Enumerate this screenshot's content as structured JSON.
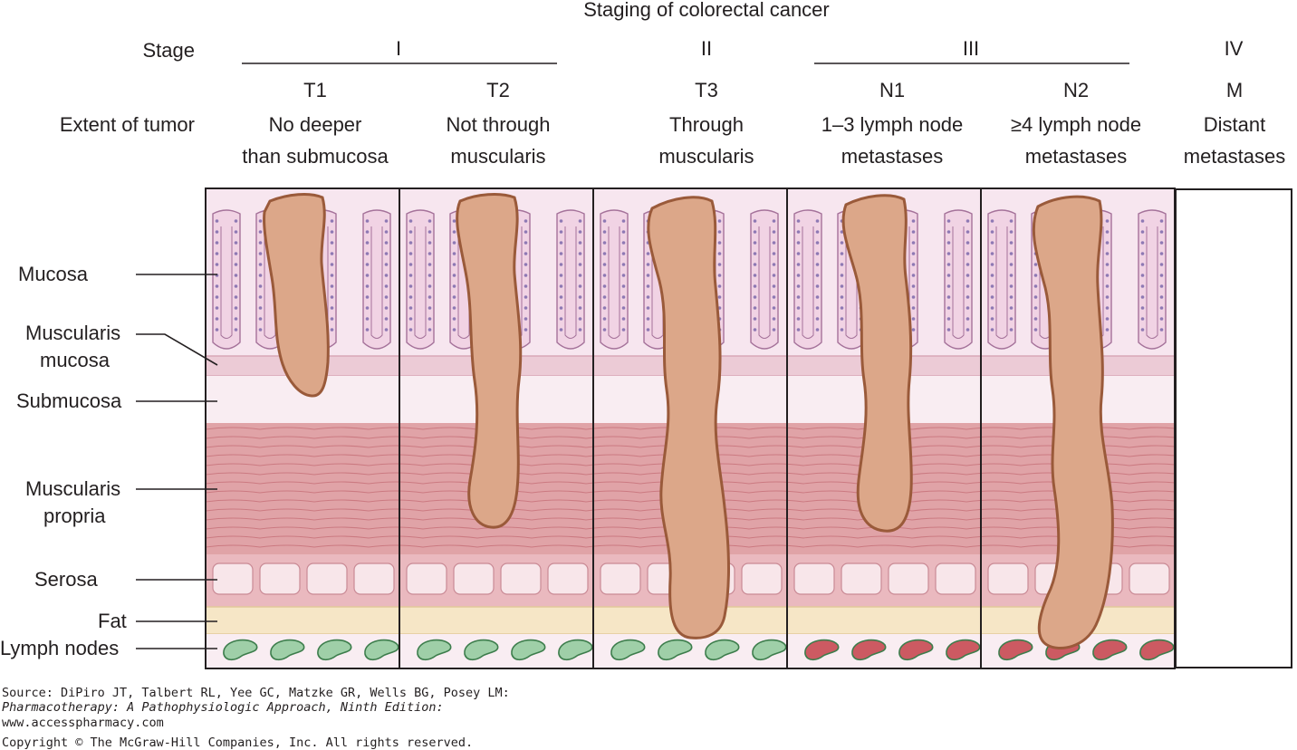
{
  "title": "Staging of colorectal cancer",
  "stage_label": "Stage",
  "extent_label": "Extent of tumor",
  "columns": [
    {
      "stage": "I",
      "code": "T1",
      "extent_line1": "No deeper",
      "extent_line2": "than submucosa"
    },
    {
      "stage": "",
      "code": "T2",
      "extent_line1": "Not through",
      "extent_line2": "muscularis"
    },
    {
      "stage": "II",
      "code": "T3",
      "extent_line1": "Through",
      "extent_line2": "muscularis"
    },
    {
      "stage": "III",
      "code": "N1",
      "extent_line1": "1–3 lymph node",
      "extent_line2": "metastases"
    },
    {
      "stage": "",
      "code": "N2",
      "extent_line1": "≥4 lymph node",
      "extent_line2": "metastases"
    },
    {
      "stage": "IV",
      "code": "M",
      "extent_line1": "Distant",
      "extent_line2": "metastases"
    }
  ],
  "layers": {
    "mucosa": "Mucosa",
    "muscularis_mucosa_1": "Muscularis",
    "muscularis_mucosa_2": "mucosa",
    "submucosa": "Submucosa",
    "muscularis_propria_1": "Muscularis",
    "muscularis_propria_2": "propria",
    "serosa": "Serosa",
    "fat": "Fat",
    "lymph_nodes": "Lymph nodes"
  },
  "source": {
    "line1": "Source: DiPiro JT, Talbert RL, Yee GC, Matzke GR, Wells BG, Posey LM:",
    "line2": "Pharmacotherapy: A Pathophysiologic Approach, Ninth Edition:",
    "line3": "www.accesspharmacy.com",
    "line4": "Copyright © The McGraw-Hill Companies, Inc. All rights reserved."
  },
  "colors": {
    "tumor": "#dca789",
    "tumor_edge": "#9a5a3a",
    "mucosa_bg": "#f7e6ef",
    "crypt_cell": "#f1d3e4",
    "crypt_edge": "#a5729a",
    "nucleus": "#8e79b4",
    "muscle": "#e0a3a7",
    "serosa": "#eab9bf",
    "fat": "#f6e6c6",
    "node_normal": "#9fcfa8",
    "node_normal_edge": "#3d7d4c",
    "node_malignant": "#cc5a62",
    "node_malignant_edge": "#3d7d4c"
  }
}
